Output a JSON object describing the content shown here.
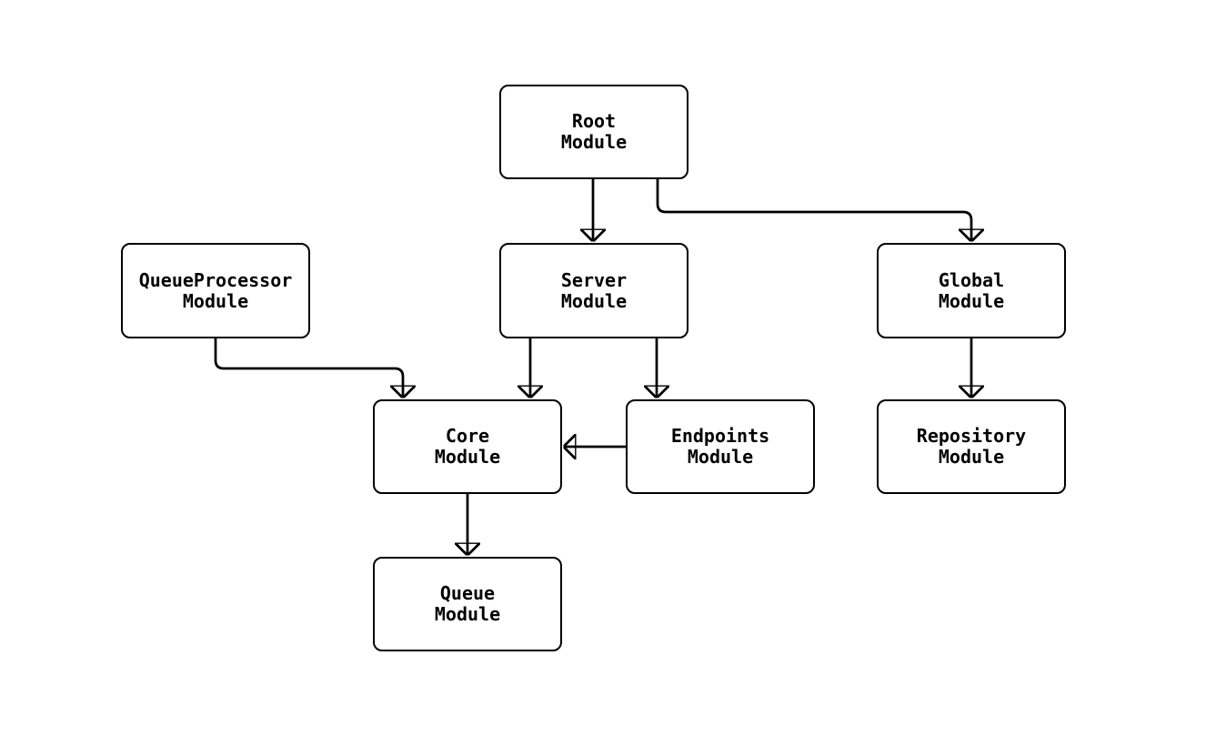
{
  "diagram": {
    "type": "flowchart",
    "background_color": "#ffffff",
    "stroke_color": "#000000",
    "node_fill_color": "#ffffff",
    "text_color": "#000000",
    "nodes": {
      "root": {
        "line1": "Root",
        "line2": "Module"
      },
      "queueprocessor": {
        "line1": "QueueProcessor",
        "line2": "Module"
      },
      "server": {
        "line1": "Server",
        "line2": "Module"
      },
      "global": {
        "line1": "Global",
        "line2": "Module"
      },
      "core": {
        "line1": "Core",
        "line2": "Module"
      },
      "endpoints": {
        "line1": "Endpoints",
        "line2": "Module"
      },
      "repository": {
        "line1": "Repository",
        "line2": "Module"
      },
      "queue": {
        "line1": "Queue",
        "line2": "Module"
      }
    },
    "edges": [
      {
        "from": "Root Module",
        "to": "Server Module"
      },
      {
        "from": "Root Module",
        "to": "Global Module"
      },
      {
        "from": "QueueProcessor Module",
        "to": "Core Module"
      },
      {
        "from": "Server Module",
        "to": "Core Module"
      },
      {
        "from": "Server Module",
        "to": "Endpoints Module"
      },
      {
        "from": "Endpoints Module",
        "to": "Core Module"
      },
      {
        "from": "Global Module",
        "to": "Repository Module"
      },
      {
        "from": "Core Module",
        "to": "Queue Module"
      }
    ]
  }
}
